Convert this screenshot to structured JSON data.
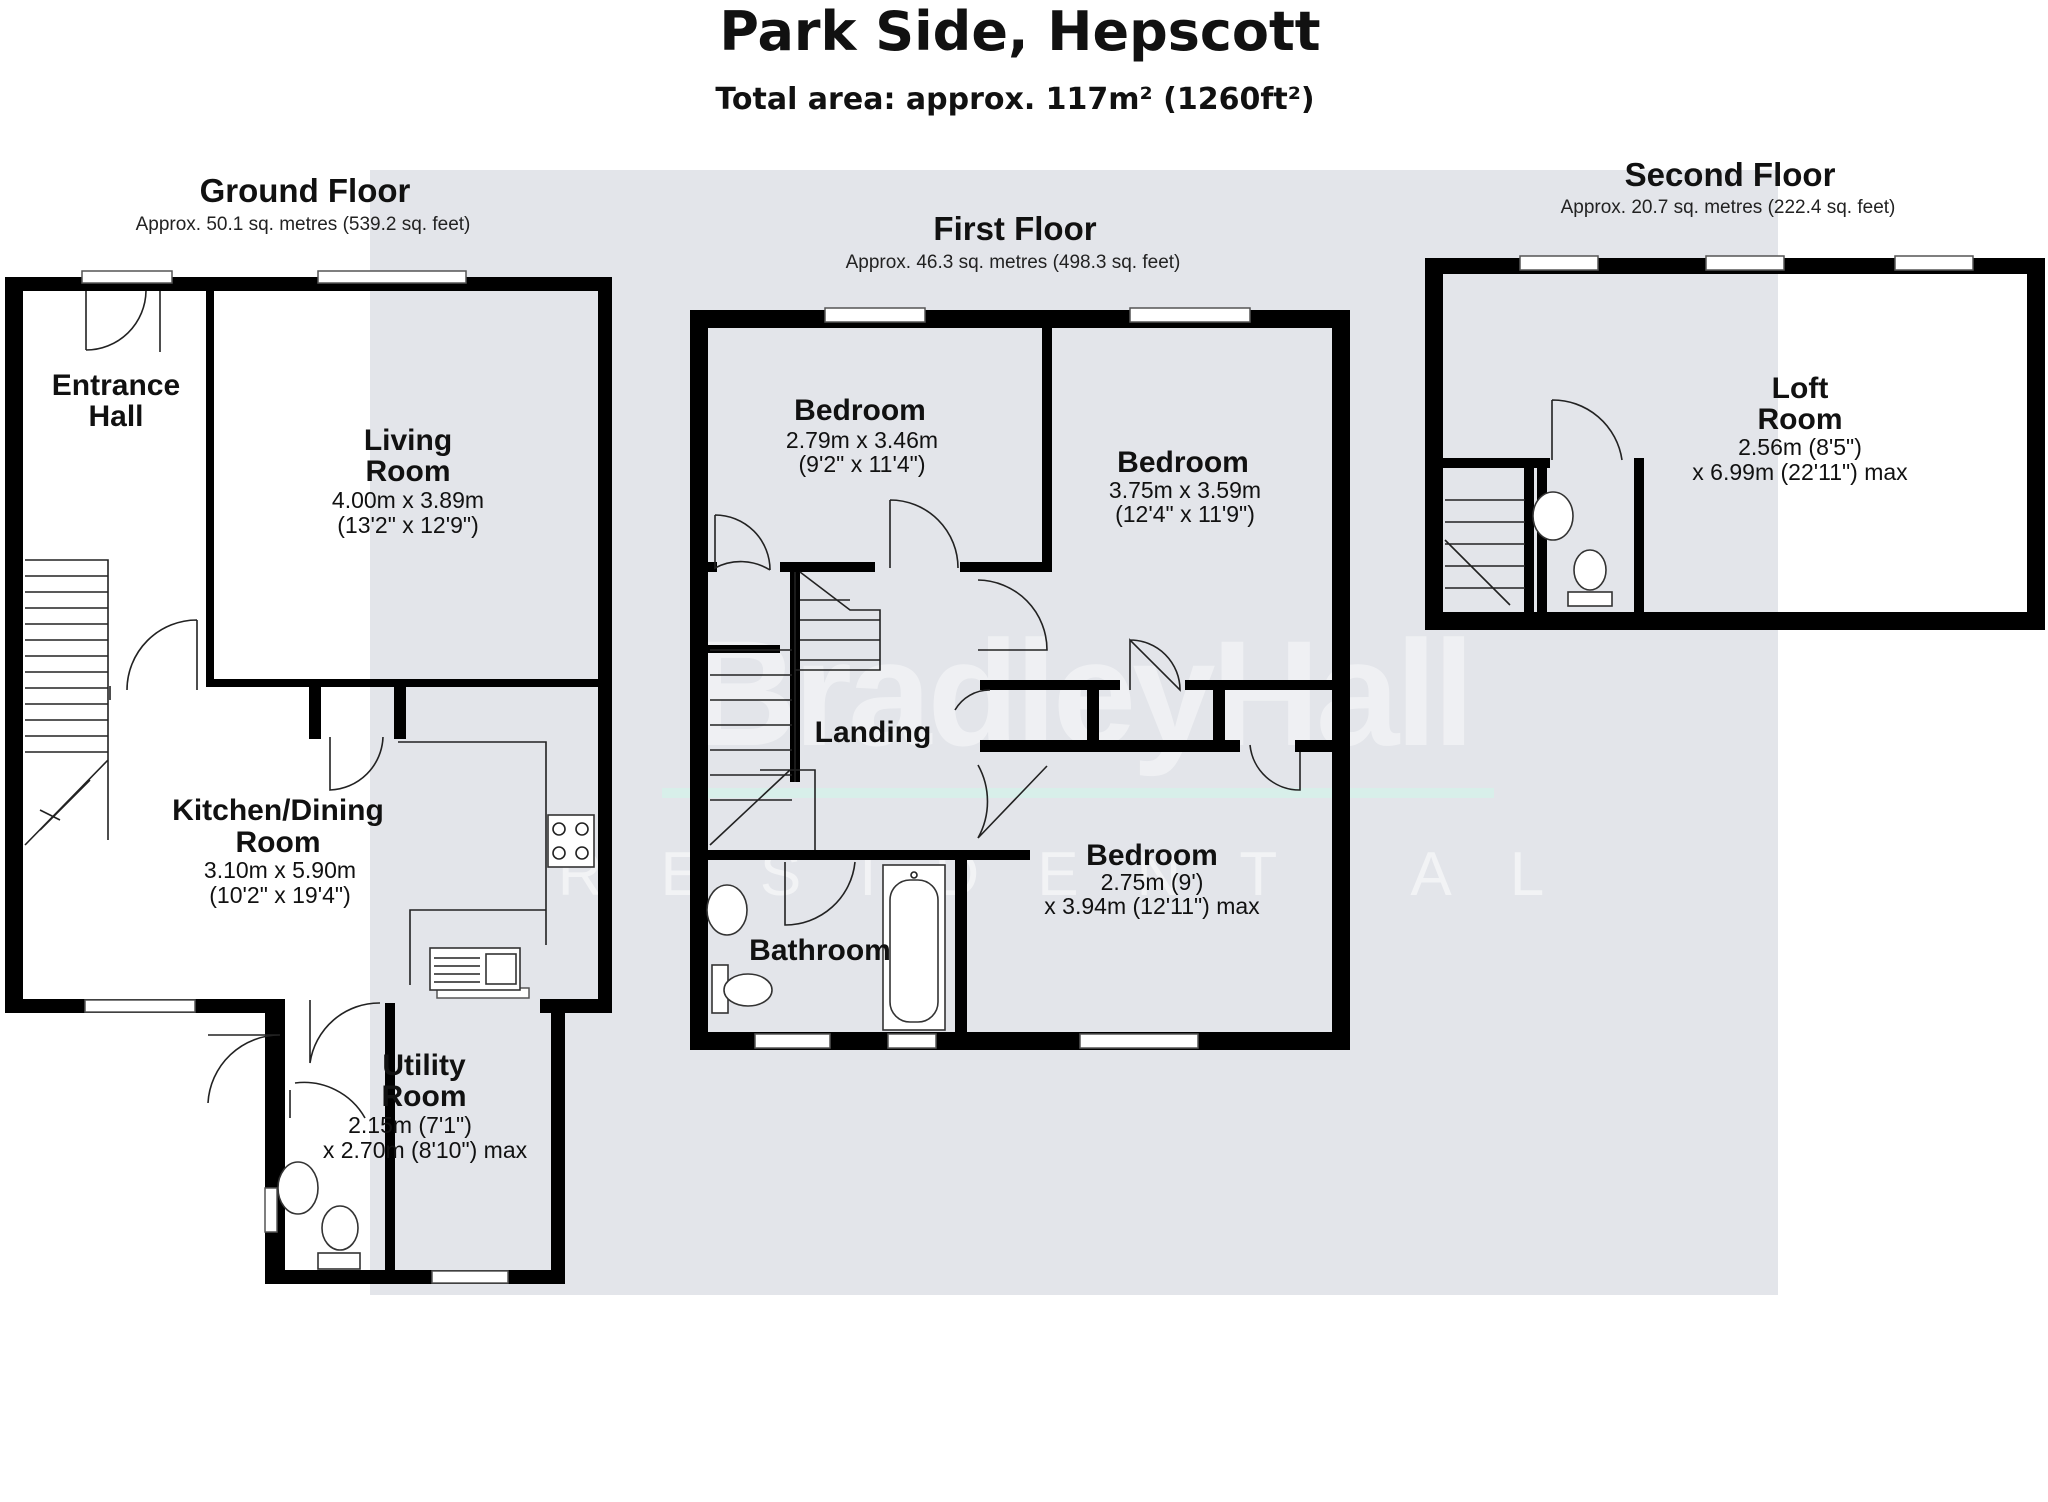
{
  "title": "Park Side, Hepscott",
  "total_area": "Total area: approx. 117m² (1260ft²)",
  "watermark": {
    "brand": "BradleyHall",
    "sub": "RESIDENTIAL"
  },
  "floors": [
    {
      "name": "Ground Floor",
      "area": "Approx. 50.1 sq. metres (539.2 sq. feet)"
    },
    {
      "name": "First Floor",
      "area": "Approx. 46.3 sq. metres (498.3 sq. feet)"
    },
    {
      "name": "Second Floor",
      "area": "Approx. 20.7 sq. metres (222.4 sq. feet)"
    }
  ],
  "rooms": {
    "entrance_hall": {
      "line1": "Entrance",
      "line2": "Hall"
    },
    "living_room": {
      "line1": "Living",
      "line2": "Room",
      "dim1": "4.00m x 3.89m",
      "dim2": "(13'2\" x 12'9\")"
    },
    "kitchen": {
      "line1": "Kitchen/Dining",
      "line2": "Room",
      "dim1": "3.10m x 5.90m",
      "dim2": "(10'2\" x 19'4\")"
    },
    "utility": {
      "line1": "Utility",
      "line2": "Room",
      "dim1": "2.15m (7'1\")",
      "dim2": "x 2.70m (8'10\") max"
    },
    "bedroom1": {
      "line1": "Bedroom",
      "dim1": "2.79m x 3.46m",
      "dim2": "(9'2\" x 11'4\")"
    },
    "bedroom2": {
      "line1": "Bedroom",
      "dim1": "3.75m x 3.59m",
      "dim2": "(12'4\" x 11'9\")"
    },
    "bedroom3": {
      "line1": "Bedroom",
      "dim1": "2.75m (9')",
      "dim2": "x 3.94m (12'11\") max"
    },
    "landing": {
      "line1": "Landing"
    },
    "bathroom": {
      "line1": "Bathroom"
    },
    "loft": {
      "line1": "Loft",
      "line2": "Room",
      "dim1": "2.56m (8'5\")",
      "dim2": "x 6.99m (22'11\") max"
    }
  }
}
